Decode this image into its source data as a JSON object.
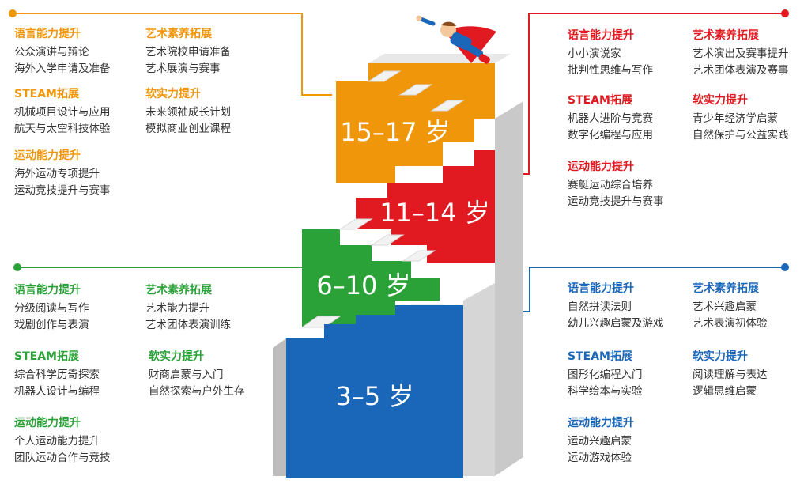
{
  "stages": [
    {
      "key": "orange",
      "label": "15–17 岁",
      "color": "#f0960a"
    },
    {
      "key": "red",
      "label": "11–14 岁",
      "color": "#e11a22"
    },
    {
      "key": "green",
      "label": "6–10 岁",
      "color": "#2aa238"
    },
    {
      "key": "blue",
      "label": "3–5 岁",
      "color": "#1a66b8"
    }
  ],
  "panels": {
    "orange": {
      "color": "#f0960a",
      "groups": [
        {
          "title": "语言能力提升",
          "items": [
            "公众演讲与辩论",
            "海外入学申请及准备"
          ]
        },
        {
          "title": "艺术素养拓展",
          "items": [
            "艺术院校申请准备",
            "艺术展演与赛事"
          ]
        },
        {
          "title": "STEAM拓展",
          "items": [
            "机械项目设计与应用",
            "航天与太空科技体验"
          ]
        },
        {
          "title": "软实力提升",
          "items": [
            "未来领袖成长计划",
            "模拟商业创业课程"
          ]
        },
        {
          "title": "运动能力提升",
          "items": [
            "海外运动专项提升",
            "运动竞技提升与赛事"
          ]
        }
      ]
    },
    "red": {
      "color": "#e11a22",
      "groups": [
        {
          "title": "语言能力提升",
          "items": [
            "小小演说家",
            "批判性思维与写作"
          ]
        },
        {
          "title": "艺术素养拓展",
          "items": [
            "艺术演出及赛事提升",
            "艺术团体表演及赛事"
          ]
        },
        {
          "title": "STEAM拓展",
          "items": [
            "机器人进阶与竞赛",
            "数字化编程与应用"
          ]
        },
        {
          "title": "软实力提升",
          "items": [
            "青少年经济学启蒙",
            "自然保护与公益实践"
          ]
        },
        {
          "title": "运动能力提升",
          "items": [
            "赛艇运动综合培养",
            "运动竞技提升与赛事"
          ]
        }
      ]
    },
    "green": {
      "color": "#2aa238",
      "groups": [
        {
          "title": "语言能力提升",
          "items": [
            "分级阅读与写作",
            "戏剧创作与表演"
          ]
        },
        {
          "title": "艺术素养拓展",
          "items": [
            "艺术能力提升",
            "艺术团体表演训练"
          ]
        },
        {
          "title": "STEAM拓展",
          "items": [
            "综合科学历奇探索",
            "机器人设计与编程"
          ]
        },
        {
          "title": "软实力提升",
          "items": [
            "财商启蒙与入门",
            "自然探索与户外生存"
          ]
        },
        {
          "title": "运动能力提升",
          "items": [
            "个人运动能力提升",
            "团队运动合作与竞技"
          ]
        }
      ]
    },
    "blue": {
      "color": "#1a66b8",
      "groups": [
        {
          "title": "语言能力提升",
          "items": [
            "自然拼读法则",
            "幼儿兴趣启蒙及游戏"
          ]
        },
        {
          "title": "艺术素养拓展",
          "items": [
            "艺术兴趣启蒙",
            "艺术表演初体验"
          ]
        },
        {
          "title": "STEAM拓展",
          "items": [
            "图形化编程入门",
            "科学绘本与实验"
          ]
        },
        {
          "title": "软实力提升",
          "items": [
            "阅读理解与表达",
            "逻辑思维启蒙"
          ]
        },
        {
          "title": "运动能力提升",
          "items": [
            "运动兴趣启蒙",
            "运动游戏体验"
          ]
        }
      ]
    }
  }
}
